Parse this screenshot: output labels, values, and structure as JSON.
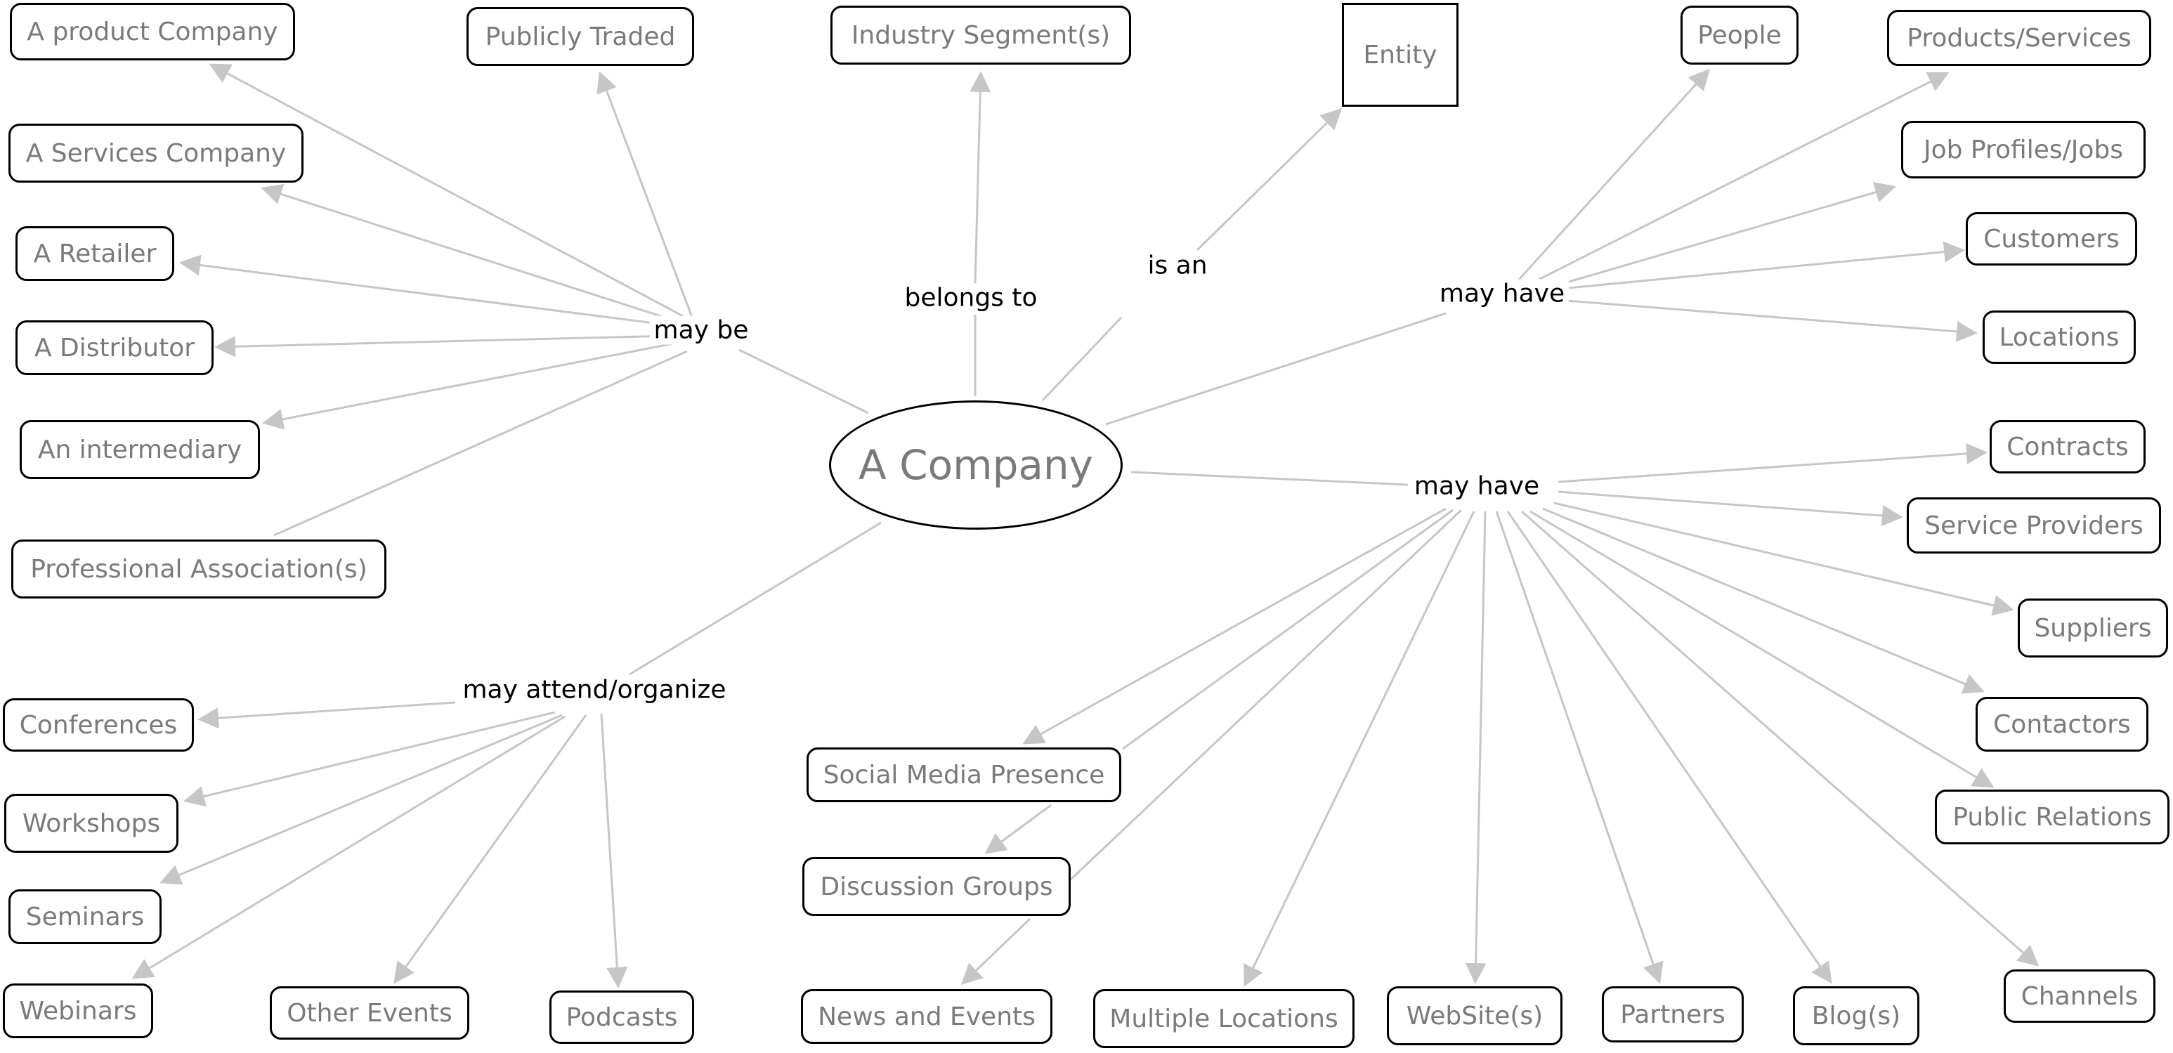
{
  "center": {
    "id": "company",
    "label": "A Company"
  },
  "entity": {
    "id": "entity",
    "label": "Entity"
  },
  "link_labels": {
    "may_be": "may be",
    "belongs_to": "belongs to",
    "is_an": "is an",
    "may_have_top": "may have",
    "may_have_bottom": "may have",
    "may_attend": "may attend/organize"
  },
  "nodes": {
    "product_company": "A product Company",
    "publicly_traded": "Publicly Traded",
    "services_company": "A Services Company",
    "retailer": "A Retailer",
    "distributor": "A Distributor",
    "intermediary": "An intermediary",
    "professional_assoc": "Professional Association(s)",
    "industry_segment": "Industry Segment(s)",
    "people": "People",
    "products_services": "Products/Services",
    "job_profiles": "Job Profiles/Jobs",
    "customers": "Customers",
    "locations": "Locations",
    "contracts": "Contracts",
    "service_providers": "Service Providers",
    "suppliers": "Suppliers",
    "contactors": "Contactors",
    "public_relations": "Public Relations",
    "channels": "Channels",
    "blogs": "Blog(s)",
    "partners": "Partners",
    "websites": "WebSite(s)",
    "multiple_locations": "Multiple Locations",
    "news_events": "News and Events",
    "discussion_groups": "Discussion Groups",
    "social_media": "Social Media Presence",
    "conferences": "Conferences",
    "workshops": "Workshops",
    "seminars": "Seminars",
    "webinars": "Webinars",
    "other_events": "Other Events",
    "podcasts": "Podcasts"
  }
}
